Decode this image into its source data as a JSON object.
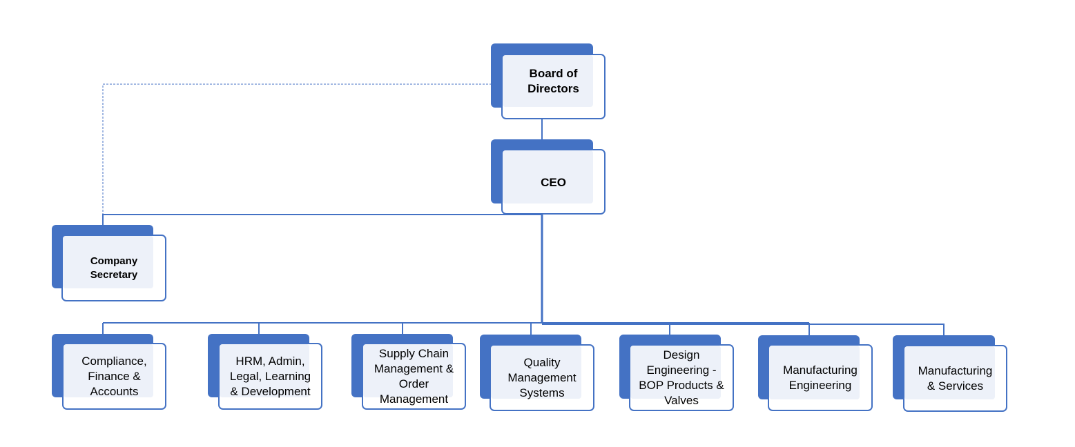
{
  "org_chart": {
    "board": {
      "label": "Board of\nDirectors"
    },
    "ceo": {
      "label": "CEO"
    },
    "secretary": {
      "label": "Company\nSecretary"
    },
    "departments": [
      {
        "label": "Compliance,\nFinance &\nAccounts"
      },
      {
        "label": "HRM, Admin,\nLegal, Learning\n& Development"
      },
      {
        "label": "Supply Chain\nManagement &\nOrder\nManagement"
      },
      {
        "label": "Quality\nManagement\nSystems"
      },
      {
        "label": "Design\nEngineering  -\nBOP Products &\nValves"
      },
      {
        "label": "Manufacturing\nEngineering"
      },
      {
        "label": "Manufacturing\n& Services"
      }
    ]
  },
  "colors": {
    "accent": "#4472C4",
    "box_fill": "#EDF1F9",
    "connector": "#4472C4"
  }
}
